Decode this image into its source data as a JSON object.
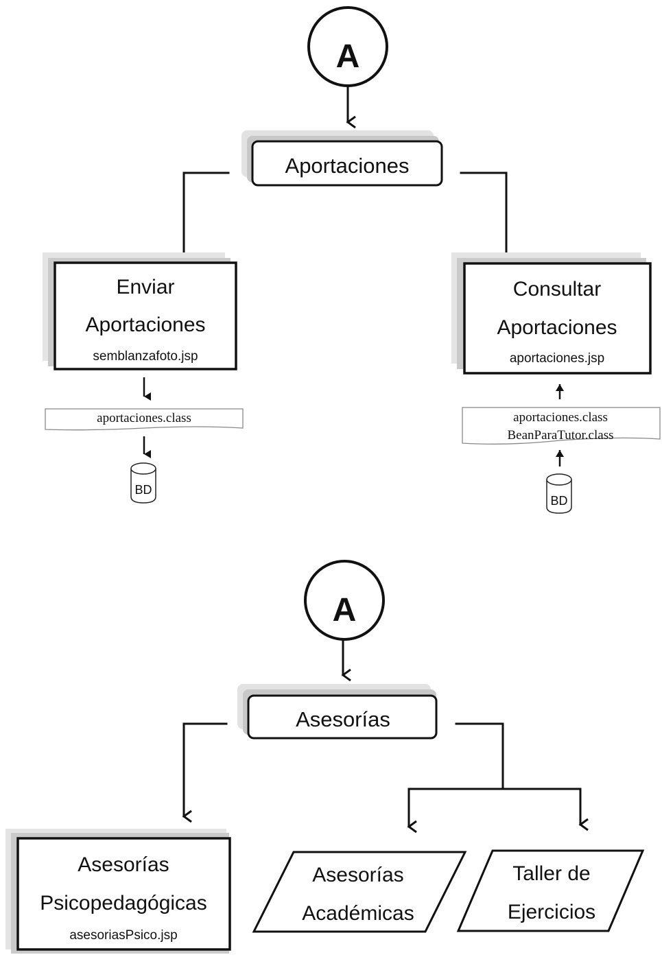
{
  "section1": {
    "connector": "A",
    "root": "Aportaciones",
    "left": {
      "line1": "Enviar",
      "line2": "Aportaciones",
      "file": "semblanzafoto.jsp",
      "class_file": "aportaciones.class",
      "db": "BD"
    },
    "right": {
      "line1": "Consultar",
      "line2": "Aportaciones",
      "file": "aportaciones.jsp",
      "class_file_1": "aportaciones.class",
      "class_file_2": "BeanParaTutor.class",
      "db": "BD"
    }
  },
  "section2": {
    "connector": "A",
    "root": "Asesorías",
    "left": {
      "line1": "Asesorías",
      "line2": "Psicopedagógicas",
      "file": "asesoriasPsico.jsp"
    },
    "middle": {
      "line1": "Asesorías",
      "line2": "Académicas"
    },
    "right": {
      "line1": "Taller de",
      "line2": "Ejercicios"
    }
  }
}
